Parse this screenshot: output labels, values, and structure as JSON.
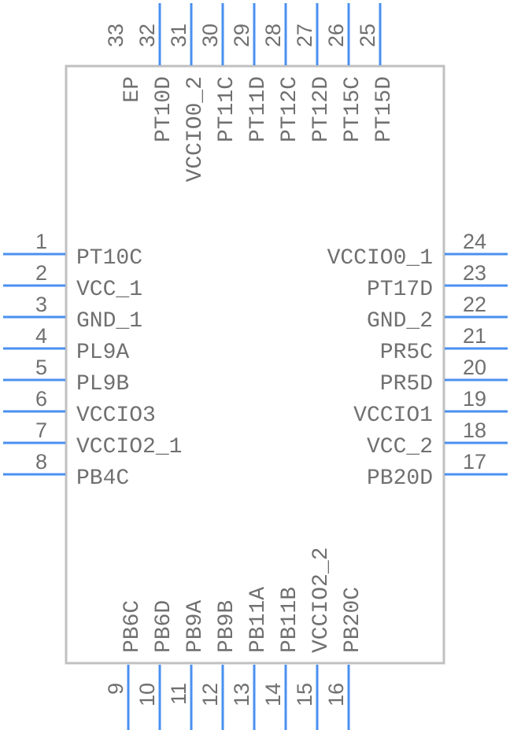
{
  "component": {
    "body_color": "#c0c0c0",
    "pin_color": "#4a90f0",
    "text_color": "#707070"
  },
  "pins": {
    "left": [
      {
        "number": "1",
        "name": "PT10C"
      },
      {
        "number": "2",
        "name": "VCC_1"
      },
      {
        "number": "3",
        "name": "GND_1"
      },
      {
        "number": "4",
        "name": "PL9A"
      },
      {
        "number": "5",
        "name": "PL9B"
      },
      {
        "number": "6",
        "name": "VCCIO3"
      },
      {
        "number": "7",
        "name": "VCCIO2_1"
      },
      {
        "number": "8",
        "name": "PB4C"
      }
    ],
    "bottom": [
      {
        "number": "9",
        "name": "PB6C"
      },
      {
        "number": "10",
        "name": "PB6D"
      },
      {
        "number": "11",
        "name": "PB9A"
      },
      {
        "number": "12",
        "name": "PB9B"
      },
      {
        "number": "13",
        "name": "PB11A"
      },
      {
        "number": "14",
        "name": "PB11B"
      },
      {
        "number": "15",
        "name": "VCCIO2_2"
      },
      {
        "number": "16",
        "name": "PB20C"
      }
    ],
    "right": [
      {
        "number": "17",
        "name": "PB20D"
      },
      {
        "number": "18",
        "name": "VCC_2"
      },
      {
        "number": "19",
        "name": "VCCIO1"
      },
      {
        "number": "20",
        "name": "PR5D"
      },
      {
        "number": "21",
        "name": "PR5C"
      },
      {
        "number": "22",
        "name": "GND_2"
      },
      {
        "number": "23",
        "name": "PT17D"
      },
      {
        "number": "24",
        "name": "VCCIO0_1"
      }
    ],
    "top": [
      {
        "number": "25",
        "name": "PT15D"
      },
      {
        "number": "26",
        "name": "PT15C"
      },
      {
        "number": "27",
        "name": "PT12D"
      },
      {
        "number": "28",
        "name": "PT12C"
      },
      {
        "number": "29",
        "name": "PT11D"
      },
      {
        "number": "30",
        "name": "PT11C"
      },
      {
        "number": "31",
        "name": "VCCIO0_2"
      },
      {
        "number": "32",
        "name": "PT10D"
      },
      {
        "number": "33",
        "name": "EP"
      }
    ]
  }
}
